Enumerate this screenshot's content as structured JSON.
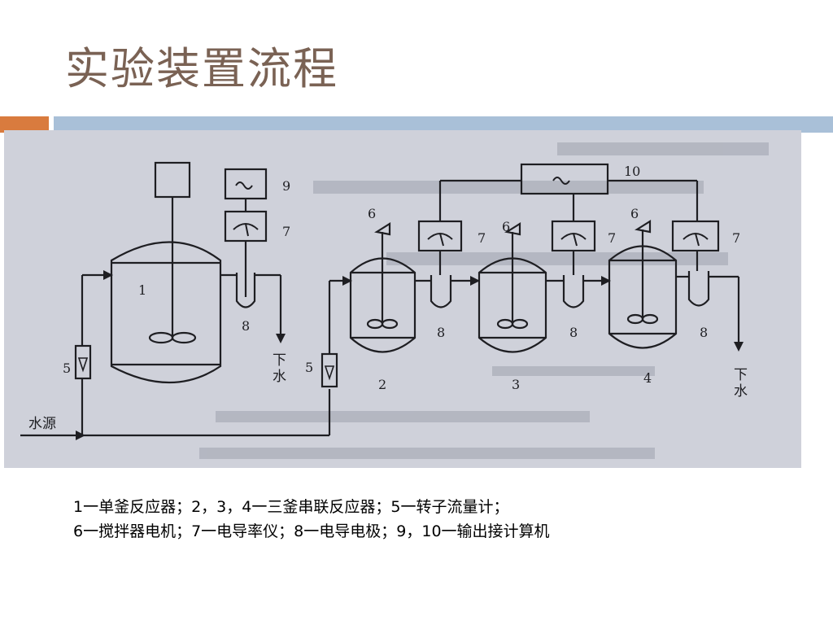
{
  "slide": {
    "title": "实验装置流程"
  },
  "diagram": {
    "labels": {
      "n1": "1",
      "n2": "2",
      "n3": "3",
      "n4": "4",
      "n5a": "5",
      "n5b": "5",
      "n6a": "6",
      "n6b": "6",
      "n6c": "6",
      "n7a": "7",
      "n7b": "7",
      "n7c": "7",
      "n7d": "7",
      "n8a": "8",
      "n8b": "8",
      "n8c": "8",
      "n8d": "8",
      "n9": "9",
      "n10": "10",
      "water_source": "水源",
      "drain_1_top": "下",
      "drain_1_bottom": "水",
      "drain_2_top": "下",
      "drain_2_bottom": "水"
    }
  },
  "caption": {
    "line1": "1一单釜反应器；2，3，4一三釜串联反应器；5一转子流量计；",
    "line2": "6一搅拌器电机；7一电导率仪；8一电导电极；9，10一输出接计算机"
  }
}
